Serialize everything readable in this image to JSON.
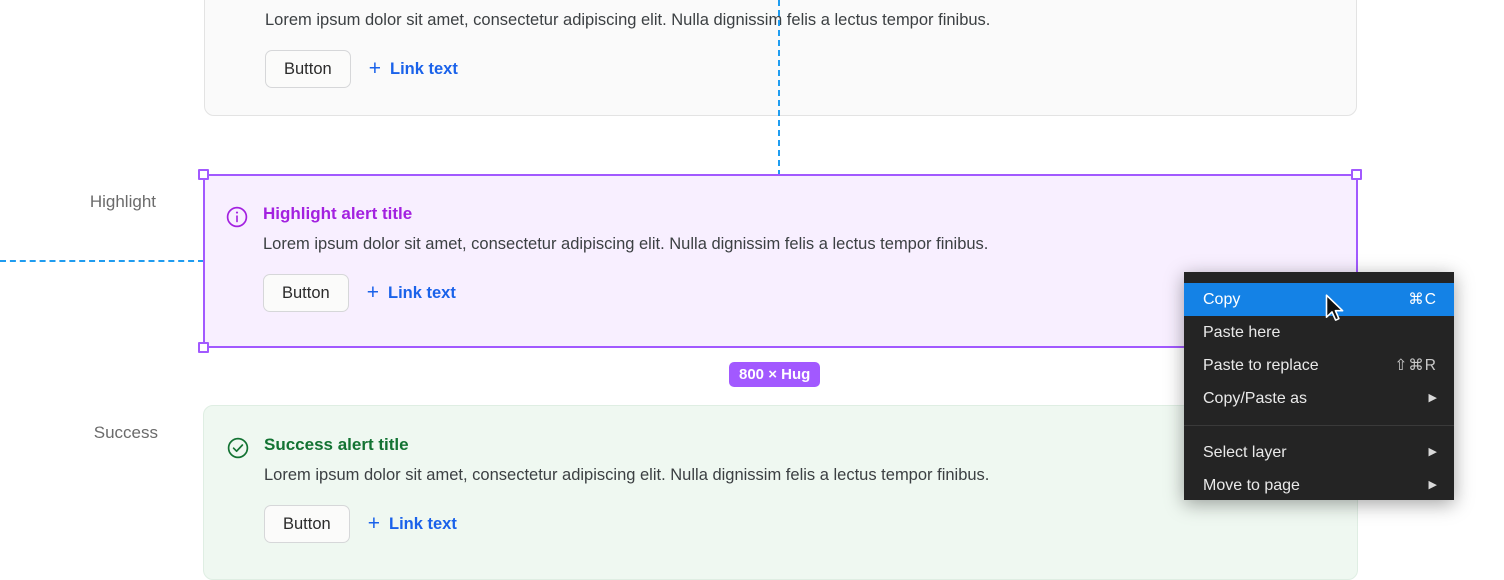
{
  "row_labels": {
    "highlight": "Highlight",
    "success": "Success"
  },
  "common": {
    "description": "Lorem ipsum dolor sit amet, consectetur adipiscing elit. Nulla dignissim felis a lectus tempor finibus.",
    "button_label": "Button",
    "link_plus": "+",
    "link_label": "Link text"
  },
  "alerts": [
    {
      "variant": "neutral",
      "icon": "info-icon",
      "title": "",
      "description": "Lorem ipsum dolor sit amet, consectetur adipiscing elit. Nulla dignissim felis a lectus tempor finibus.",
      "button_label": "Button",
      "link_label": "Link text",
      "background": "#fafafa"
    },
    {
      "variant": "highlight",
      "icon": "info-circle-icon",
      "title": "Highlight alert title",
      "description": "Lorem ipsum dolor sit amet, consectetur adipiscing elit. Nulla dignissim felis a lectus tempor finibus.",
      "button_label": "Button",
      "link_label": "Link text",
      "title_color": "#a321e0",
      "background": "#f8efff"
    },
    {
      "variant": "success",
      "icon": "check-circle-icon",
      "title": "Success alert title",
      "description": "Lorem ipsum dolor sit amet, consectetur adipiscing elit. Nulla dignissim felis a lectus tempor finibus.",
      "button_label": "Button",
      "link_label": "Link text",
      "title_color": "#137333",
      "background": "#eff8f1"
    }
  ],
  "selection": {
    "size_badge": "800 × Hug",
    "accent_color": "#a259ff",
    "guide_color": "#1f9cf0"
  },
  "context_menu": {
    "items": [
      {
        "label": "Copy",
        "shortcut": "⌘C",
        "submenu": false,
        "selected": true
      },
      {
        "label": "Paste here",
        "shortcut": "",
        "submenu": false,
        "selected": false
      },
      {
        "label": "Paste to replace",
        "shortcut": "⇧⌘R",
        "submenu": false,
        "selected": false
      },
      {
        "label": "Copy/Paste as",
        "shortcut": "",
        "submenu": true,
        "selected": false
      },
      {
        "label": "Select layer",
        "shortcut": "",
        "submenu": true,
        "selected": false
      },
      {
        "label": "Move to page",
        "shortcut": "",
        "submenu": true,
        "selected": false
      }
    ],
    "submenu_arrow": "▶",
    "highlight_color": "#1482e6",
    "background": "#242424"
  }
}
